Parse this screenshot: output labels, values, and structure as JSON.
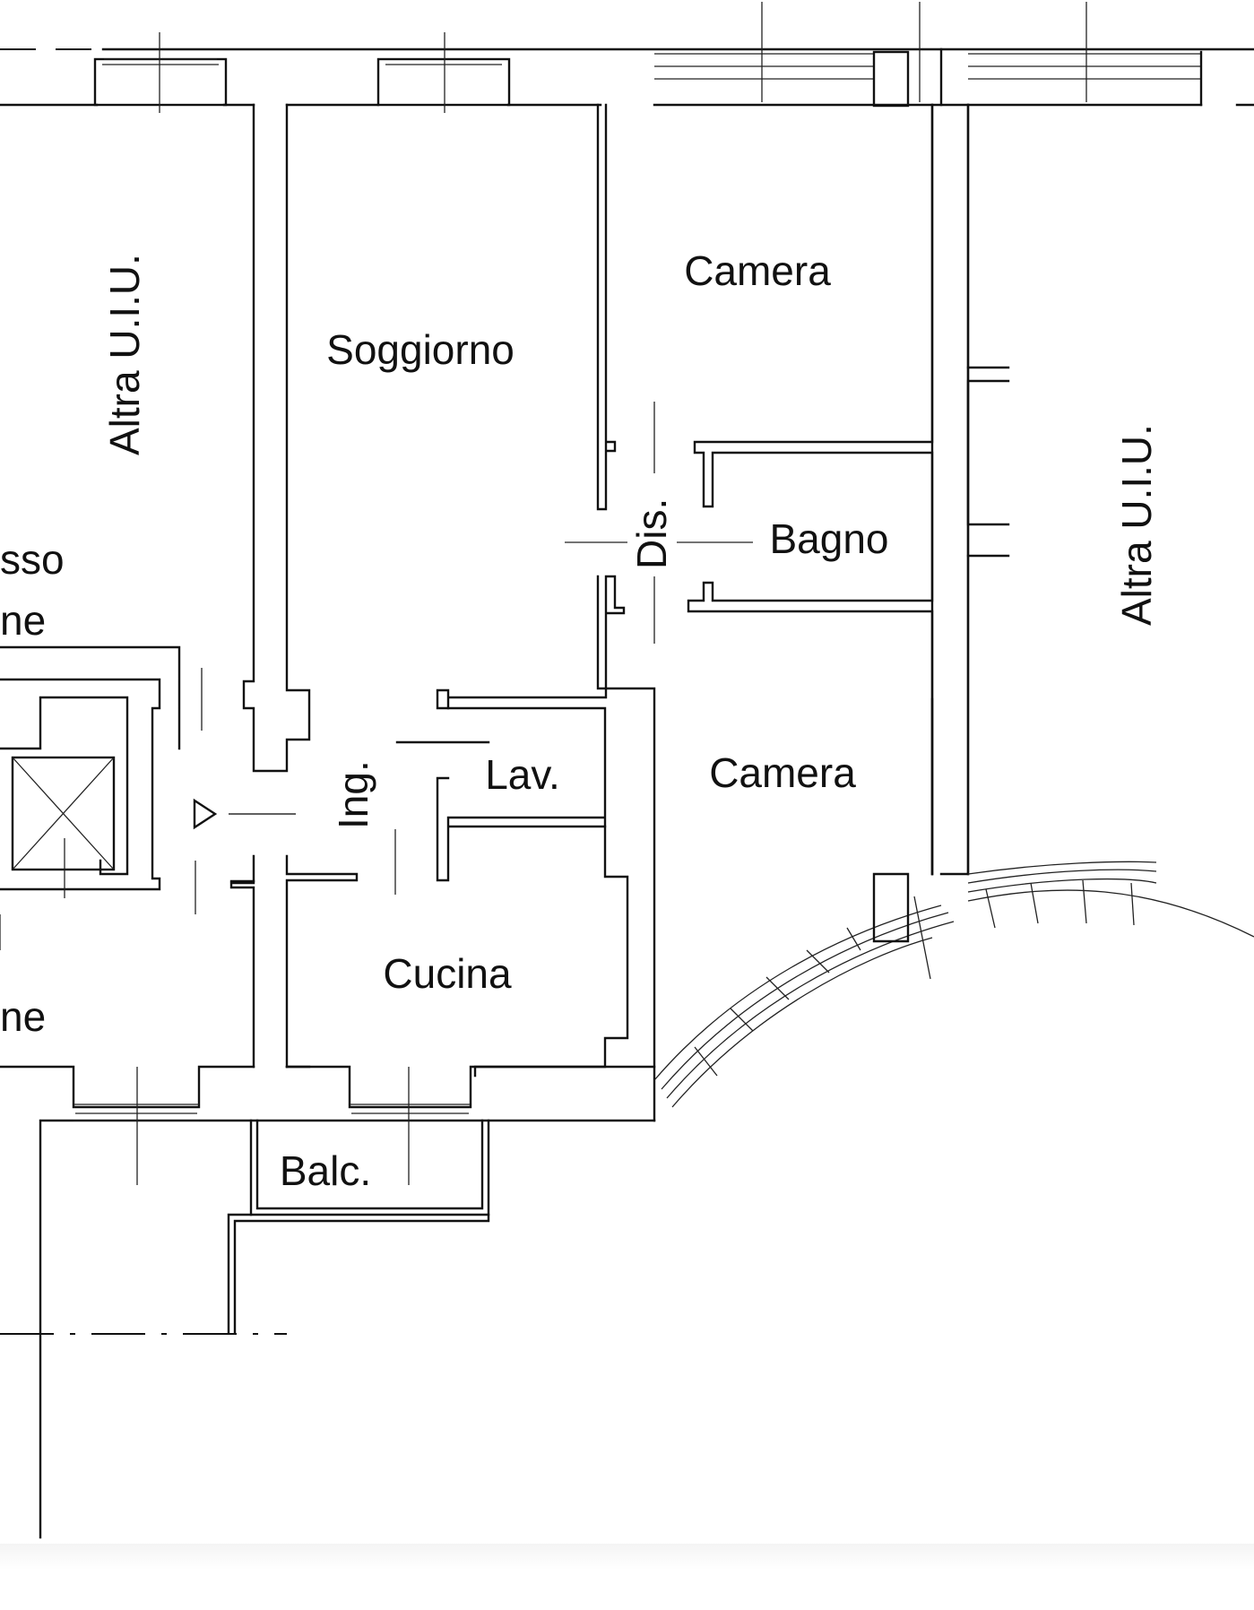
{
  "floor_plan": {
    "rooms": {
      "altra_left": "Altra U.I.U.",
      "soggiorno": "Soggiorno",
      "camera_top": "Camera",
      "dis": "Dis.",
      "bagno": "Bagno",
      "altra_right": "Altra U.I.U.",
      "ingresso": "Ing.",
      "lavanderia": "Lav.",
      "camera_bottom": "Camera",
      "cucina": "Cucina",
      "balcone": "Balc.",
      "partial_1": "sso",
      "partial_2": "ne",
      "partial_3": "ne"
    },
    "colors": {
      "line": "#111111",
      "background": "#ffffff"
    }
  }
}
